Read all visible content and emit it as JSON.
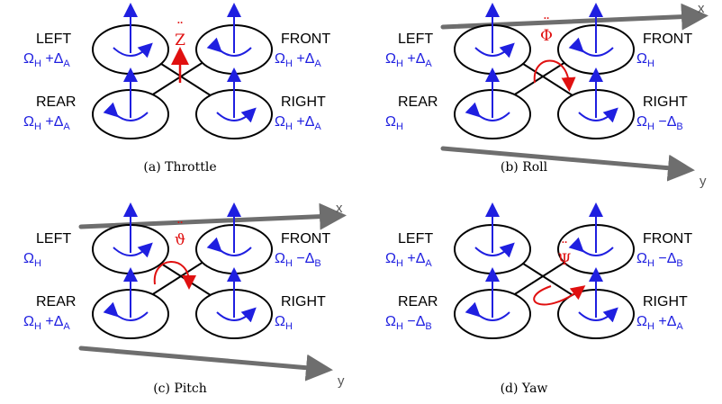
{
  "colors": {
    "blue": "#1f1fe0",
    "red": "#e01010",
    "gray": "#6e6e6e",
    "black": "#000000"
  },
  "icons": {
    "rotor": "ellipse-rotor-icon",
    "thrust": "up-arrow-icon",
    "torque": "curved-arrow-icon"
  },
  "panels": [
    {
      "id": "throttle",
      "caption": "(a) Throttle",
      "accel": "Z",
      "labels": {
        "left": {
          "name": "LEFT",
          "omega": "Ω",
          "sub1": "H",
          "op": "+",
          "delta": "Δ",
          "sub2": "A"
        },
        "front": {
          "name": "FRONT",
          "omega": "Ω",
          "sub1": "H",
          "op": "+",
          "delta": "Δ",
          "sub2": "A"
        },
        "rear": {
          "name": "REAR",
          "omega": "Ω",
          "sub1": "H",
          "op": "+",
          "delta": "Δ",
          "sub2": "A"
        },
        "right": {
          "name": "RIGHT",
          "omega": "Ω",
          "sub1": "H",
          "op": "+",
          "delta": "Δ",
          "sub2": "A"
        }
      }
    },
    {
      "id": "roll",
      "caption": "(b) Roll",
      "accel": "Φ",
      "axes": {
        "x": "x",
        "y": "y"
      },
      "labels": {
        "left": {
          "name": "LEFT",
          "omega": "Ω",
          "sub1": "H",
          "op": "+",
          "delta": "Δ",
          "sub2": "A"
        },
        "front": {
          "name": "FRONT",
          "omega": "Ω",
          "sub1": "H",
          "op": "",
          "delta": "",
          "sub2": ""
        },
        "rear": {
          "name": "REAR",
          "omega": "Ω",
          "sub1": "H",
          "op": "",
          "delta": "",
          "sub2": ""
        },
        "right": {
          "name": "RIGHT",
          "omega": "Ω",
          "sub1": "H",
          "op": "−",
          "delta": "Δ",
          "sub2": "B"
        }
      }
    },
    {
      "id": "pitch",
      "caption": "(c) Pitch",
      "accel": "ϑ",
      "axes": {
        "x": "x",
        "y": "y"
      },
      "labels": {
        "left": {
          "name": "LEFT",
          "omega": "Ω",
          "sub1": "H",
          "op": "",
          "delta": "",
          "sub2": ""
        },
        "front": {
          "name": "FRONT",
          "omega": "Ω",
          "sub1": "H",
          "op": "−",
          "delta": "Δ",
          "sub2": "B"
        },
        "rear": {
          "name": "REAR",
          "omega": "Ω",
          "sub1": "H",
          "op": "+",
          "delta": "Δ",
          "sub2": "A"
        },
        "right": {
          "name": "RIGHT",
          "omega": "Ω",
          "sub1": "H",
          "op": "",
          "delta": "",
          "sub2": ""
        }
      }
    },
    {
      "id": "yaw",
      "caption": "(d) Yaw",
      "accel": "Ψ",
      "labels": {
        "left": {
          "name": "LEFT",
          "omega": "Ω",
          "sub1": "H",
          "op": "+",
          "delta": "Δ",
          "sub2": "A"
        },
        "front": {
          "name": "FRONT",
          "omega": "Ω",
          "sub1": "H",
          "op": "−",
          "delta": "Δ",
          "sub2": "B"
        },
        "rear": {
          "name": "REAR",
          "omega": "Ω",
          "sub1": "H",
          "op": "−",
          "delta": "Δ",
          "sub2": "B"
        },
        "right": {
          "name": "RIGHT",
          "omega": "Ω",
          "sub1": "H",
          "op": "+",
          "delta": "Δ",
          "sub2": "A"
        }
      }
    }
  ]
}
